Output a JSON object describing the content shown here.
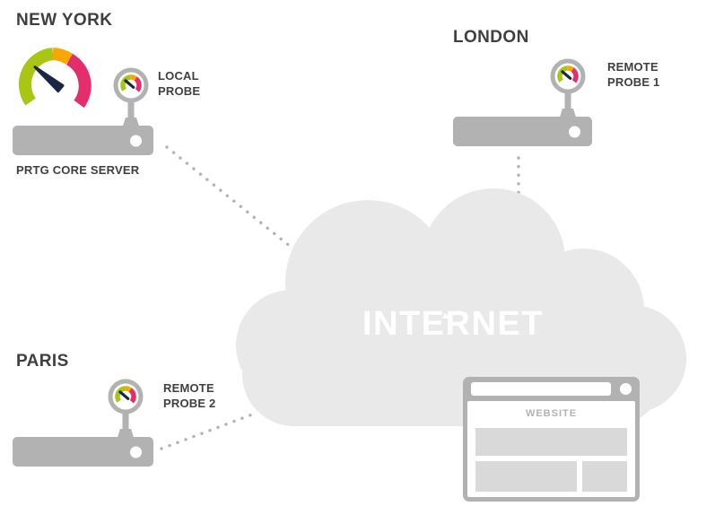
{
  "sites": {
    "new_york": {
      "name": "NEW YORK",
      "probe_label_line1": "LOCAL",
      "probe_label_line2": "PROBE",
      "server_label": "PRTG CORE SERVER"
    },
    "london": {
      "name": "LONDON",
      "probe_label_line1": "REMOTE",
      "probe_label_line2": "PROBE 1"
    },
    "paris": {
      "name": "PARIS",
      "probe_label_line1": "REMOTE",
      "probe_label_line2": "PROBE 2"
    }
  },
  "cloud": {
    "label": "INTERNET"
  },
  "browser": {
    "label": "WEBSITE"
  },
  "icons": {
    "core_gauge": "speedometer-gauge-icon",
    "probe_gauge": "probe-gauge-icon",
    "server": "server-bar-icon",
    "cloud": "cloud-icon",
    "browser": "browser-window-icon",
    "connectors": "dotted-line"
  },
  "colors": {
    "gauge_green": "#a8c613",
    "gauge_amber": "#f7a800",
    "gauge_pink": "#e62d6b",
    "needle_navy": "#1a2742",
    "device_gray": "#b2b2b2",
    "cloud_gray": "#e9e9e9",
    "text_gray": "#3f3f3f",
    "block_gray": "#d9d9d9"
  }
}
